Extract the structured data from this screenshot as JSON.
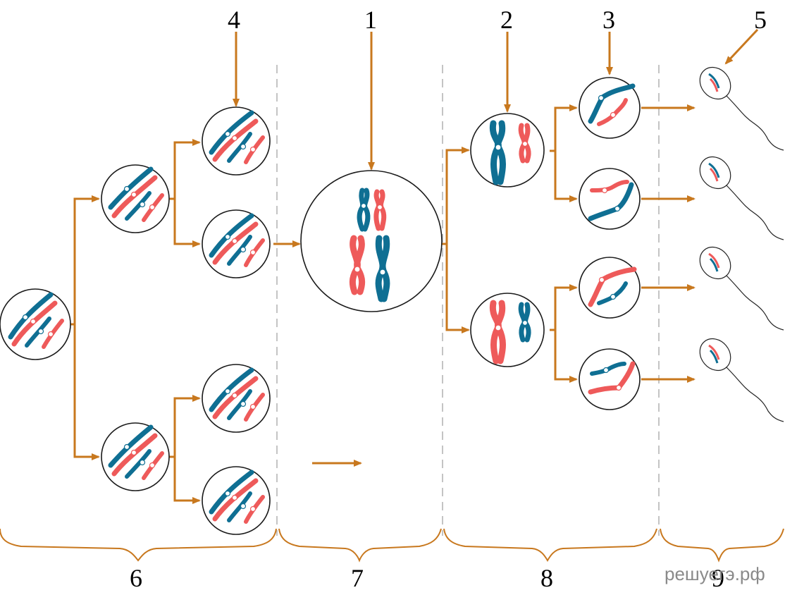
{
  "colors": {
    "arrow": "#c8781e",
    "chromosome_a": "#0f6f93",
    "chromosome_b": "#ee5a5a",
    "divider": "#b0b0b0"
  },
  "labels": {
    "l1": "1",
    "l2": "2",
    "l3": "3",
    "l4": "4",
    "l5": "5",
    "l6": "6",
    "l7": "7",
    "l8": "8",
    "l9": "9"
  },
  "watermark": "решуегэ.рф"
}
